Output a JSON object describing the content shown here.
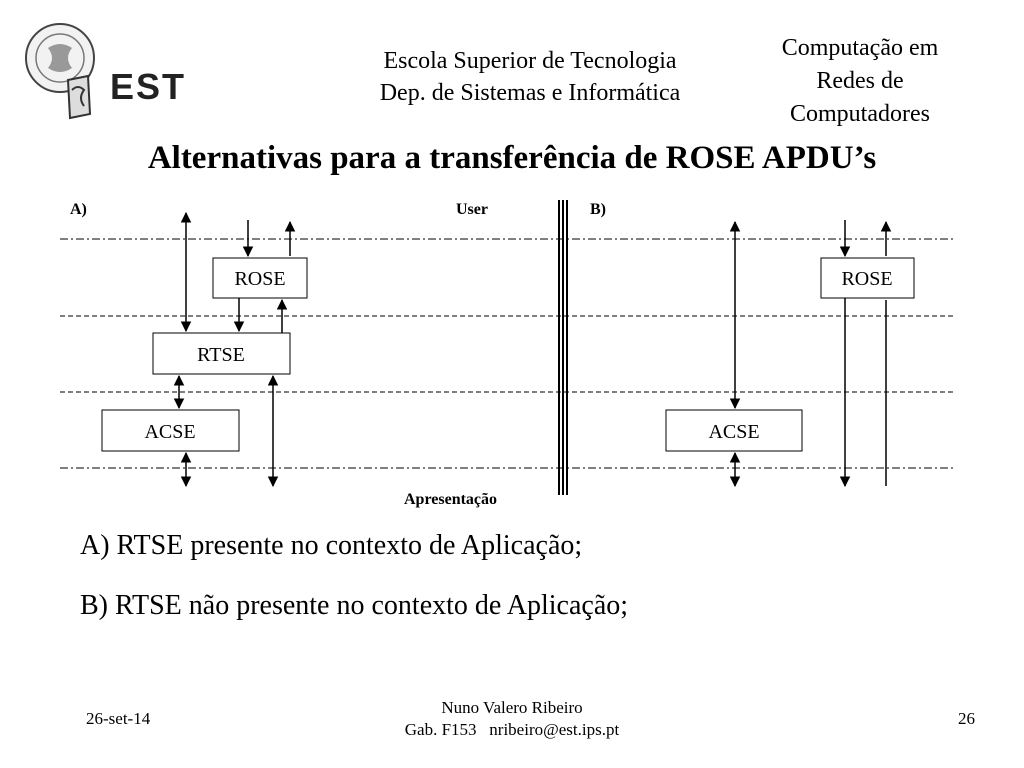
{
  "header": {
    "logo_text": "EST",
    "line1": "Escola Superior de Tecnologia",
    "line2": "Dep. de Sistemas e Informática",
    "right": [
      "Computação em",
      "Redes de",
      "Computadores"
    ]
  },
  "title": "Alternativas para a transferência de ROSE APDU’s",
  "diagram": {
    "label_a": "A)",
    "label_b": "B)",
    "label_user": "User",
    "label_presentation": "Apresentação",
    "boxes_a": [
      "ROSE",
      "RTSE",
      "ACSE"
    ],
    "boxes_b": [
      "ROSE",
      "ACSE"
    ]
  },
  "bullets": [
    "A) RTSE presente no contexto de Aplicação;",
    "B) RTSE não presente no contexto de Aplicação;"
  ],
  "footer": {
    "date": "26-set-14",
    "author": "Nuno Valero Ribeiro",
    "contact": "Gab. F153   nribeiro@est.ips.pt",
    "page": "26"
  },
  "colors": {
    "ink": "#000000",
    "background": "#ffffff"
  }
}
